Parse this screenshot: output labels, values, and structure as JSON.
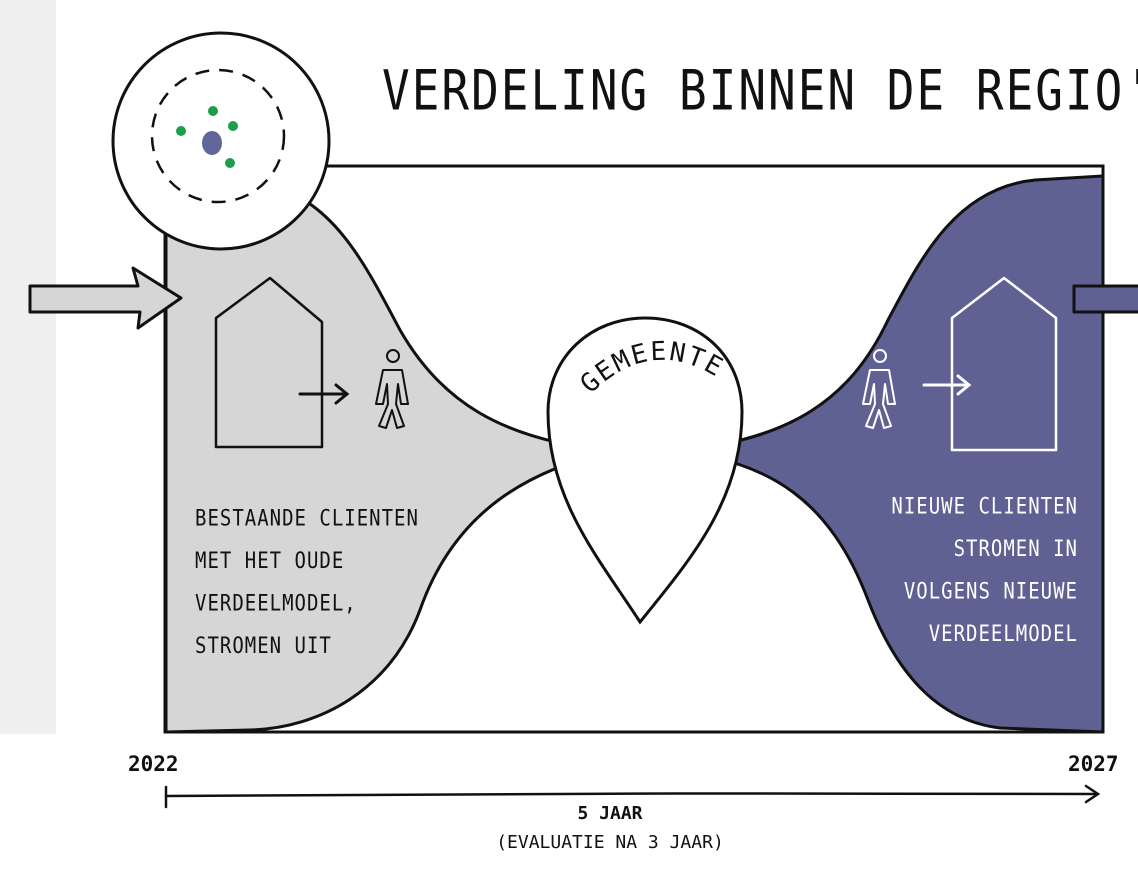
{
  "title": "VERDELING BINNEN DE REGIO'S",
  "center_label": "GEMEENTE",
  "left_block": {
    "lines": [
      "BESTAANDE CLIENTEN",
      "MET HET OUDE",
      "VERDEELMODEL,",
      "STROMEN UIT"
    ]
  },
  "right_block": {
    "lines": [
      "NIEUWE CLIENTEN",
      "STROMEN IN",
      "VOLGENS NIEUWE",
      "VERDEELMODEL"
    ]
  },
  "timeline": {
    "start_year": "2022",
    "end_year": "2027",
    "duration": "5 JAAR",
    "note": "(EVALUATIE NA 3 JAAR)"
  },
  "colors": {
    "outflow_fill": "#d6d6d6",
    "inflow_fill": "#5e6191",
    "outline": "#111111",
    "dot_green": "#1e9e4a",
    "dot_blue": "#62679a"
  },
  "icons": [
    "region-circle-icon",
    "incoming-arrow-icon",
    "outgoing-arrow-icon",
    "house-icon",
    "person-icon",
    "location-pin-icon"
  ]
}
